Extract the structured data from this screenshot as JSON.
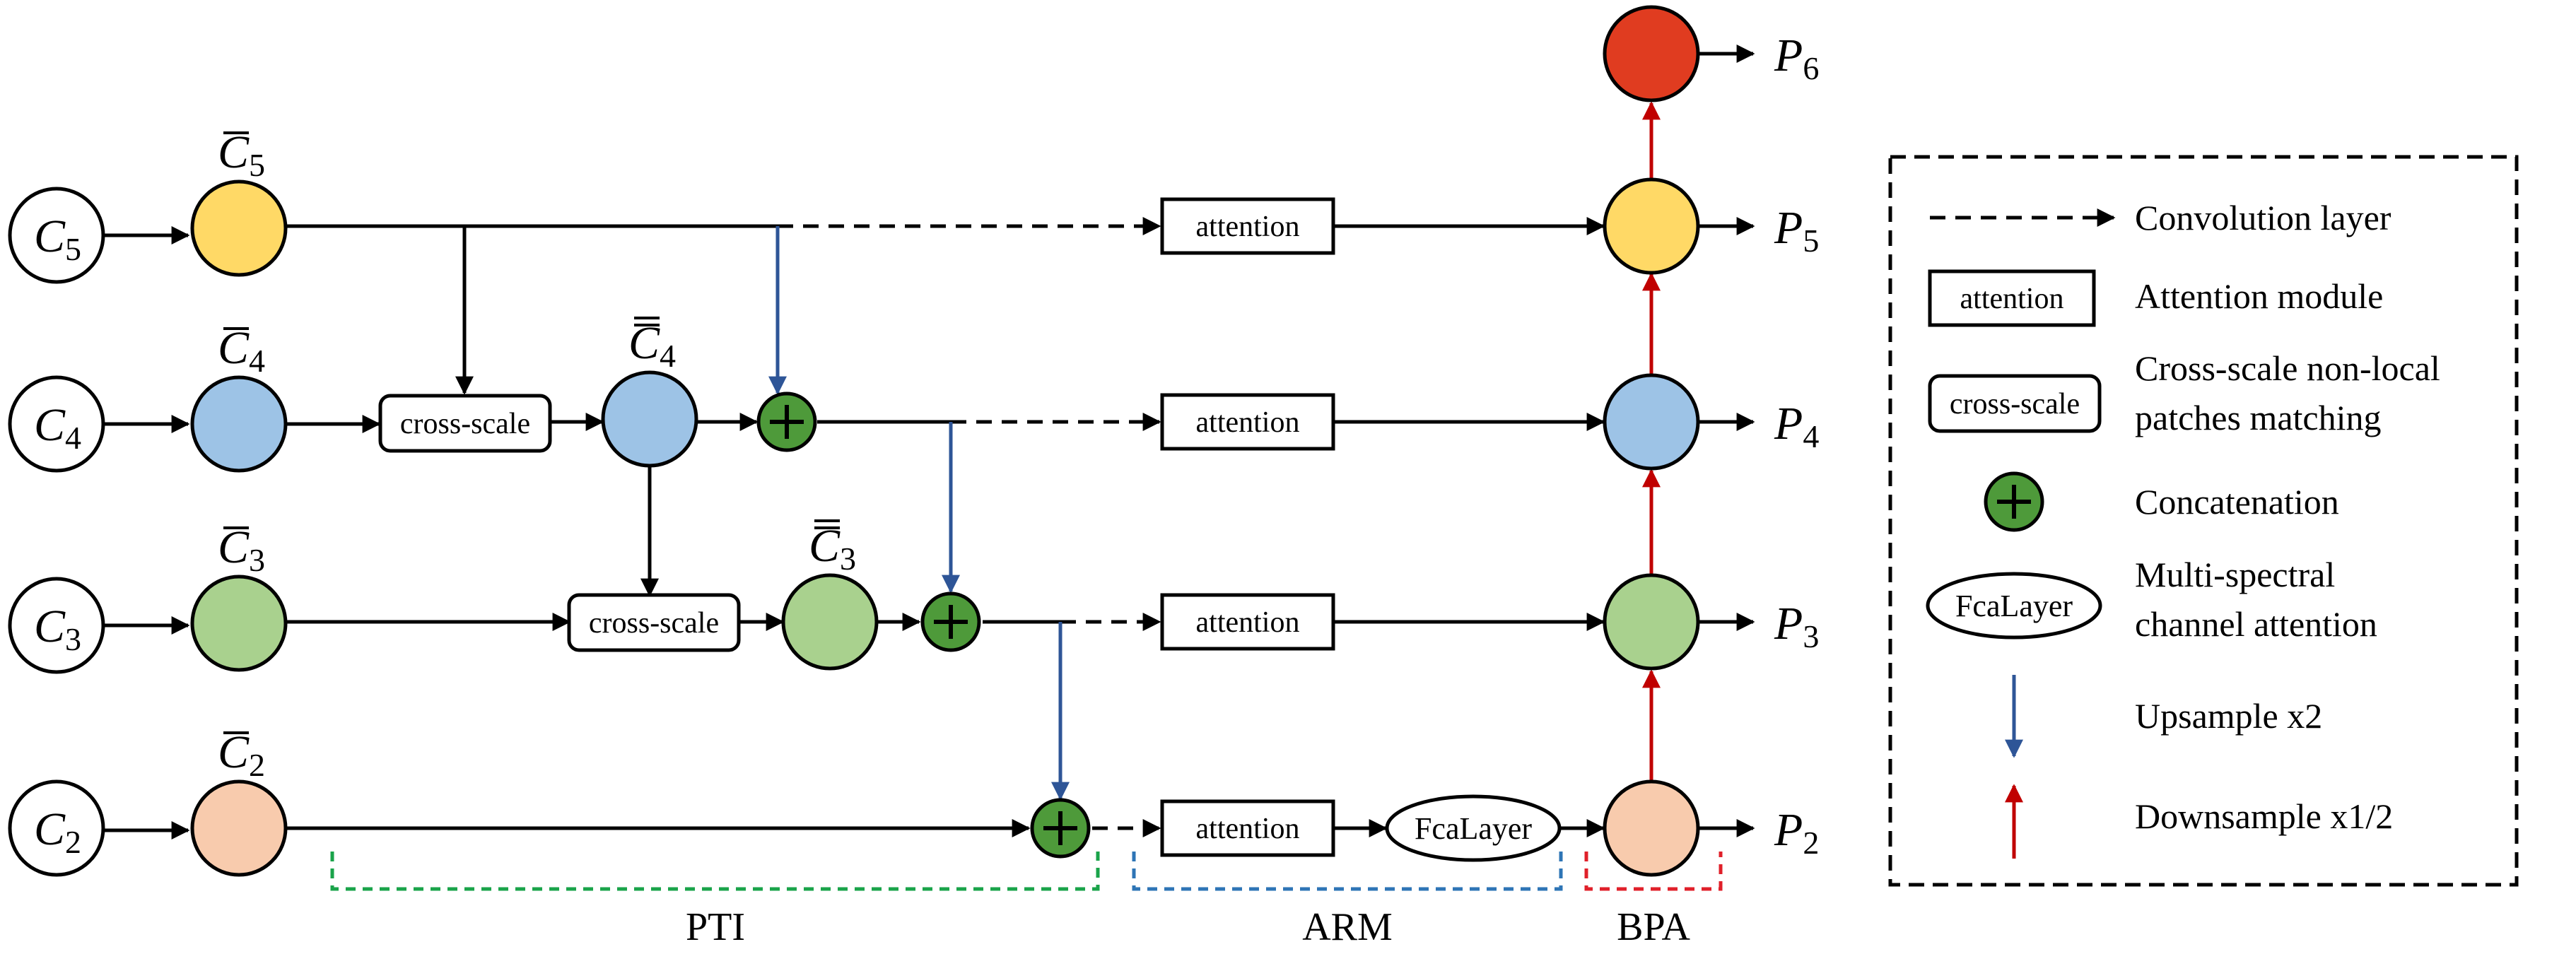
{
  "colors": {
    "line": "#000000",
    "upsample": "#2e5597",
    "downsample": "#c00000",
    "level5": "#ffd966",
    "level4": "#9dc3e6",
    "level3": "#a9d18e",
    "level2": "#f8cbad",
    "p6": "#e03c20",
    "concat_fill": "#4e9a3a",
    "pti_bracket": "#1aa34a",
    "arm_bracket": "#2e75b6",
    "bpa_bracket": "#e0202a"
  },
  "inputs": {
    "c5": {
      "base": "C",
      "sub": "5"
    },
    "c4": {
      "base": "C",
      "sub": "4"
    },
    "c3": {
      "base": "C",
      "sub": "3"
    },
    "c2": {
      "base": "C",
      "sub": "2"
    }
  },
  "bar_labels": {
    "c5": {
      "base": "C",
      "sub": "5"
    },
    "c4": {
      "base": "C",
      "sub": "4"
    },
    "c3": {
      "base": "C",
      "sub": "3"
    },
    "c2": {
      "base": "C",
      "sub": "2"
    }
  },
  "double_bar_labels": {
    "c4": {
      "base": "C",
      "sub": "4"
    },
    "c3": {
      "base": "C",
      "sub": "3"
    }
  },
  "modules": {
    "cross_scale": "cross-scale",
    "attention": "attention",
    "fca": "FcaLayer"
  },
  "outputs": {
    "p6": {
      "base": "P",
      "sub": "6"
    },
    "p5": {
      "base": "P",
      "sub": "5"
    },
    "p4": {
      "base": "P",
      "sub": "4"
    },
    "p3": {
      "base": "P",
      "sub": "3"
    },
    "p2": {
      "base": "P",
      "sub": "2"
    }
  },
  "brackets": {
    "pti": "PTI",
    "arm": "ARM",
    "bpa": "BPA"
  },
  "legend": {
    "conv": "Convolution layer",
    "attention_symbol": "attention",
    "attention": "Attention module",
    "cross_symbol": "cross-scale",
    "cross_line1": "Cross-scale non-local",
    "cross_line2": "patches matching",
    "concat": "Concatenation",
    "fca_symbol": "FcaLayer",
    "fca_line1": "Multi-spectral",
    "fca_line2": "channel attention",
    "upsample": "Upsample x2",
    "downsample": "Downsample x1/2"
  }
}
